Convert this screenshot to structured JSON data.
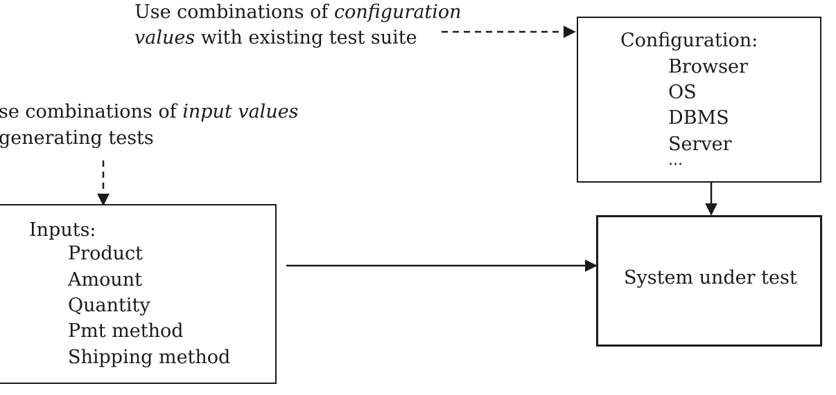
{
  "config_note": {
    "line1_plain": "Use combinations of ",
    "line1_italic": "configuration",
    "line2_italic": "values",
    "line2_plain": " with existing test suite"
  },
  "input_note": {
    "line1_plain": "se combinations of ",
    "line1_italic": "input values",
    "line2_plain": " generating tests"
  },
  "configuration_box": {
    "title": "Configuration:",
    "items": [
      "Browser",
      "OS",
      "DBMS",
      "Server",
      "..."
    ]
  },
  "inputs_box": {
    "title": "Inputs:",
    "items": [
      "Product",
      "Amount",
      "Quantity",
      "Pmt method",
      "Shipping method"
    ]
  },
  "system_box": {
    "label": "System under test"
  },
  "colors": {
    "stroke": "#1a1a1a",
    "background": "#ffffff"
  }
}
